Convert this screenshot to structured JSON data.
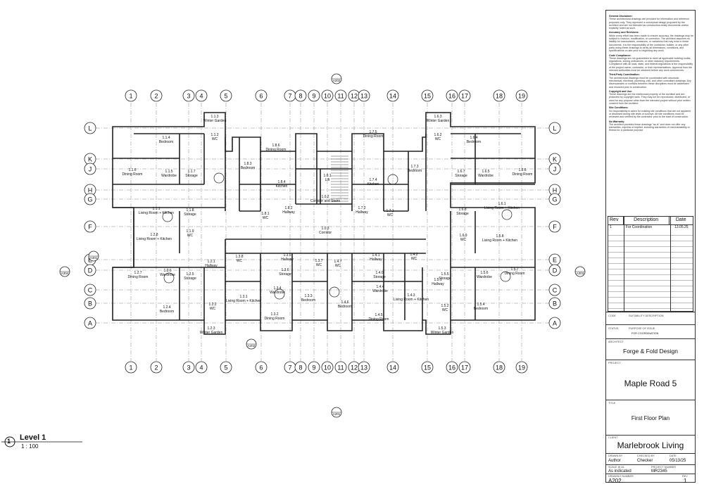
{
  "sheet": {
    "grid_columns": [
      "1",
      "2",
      "3",
      "4",
      "5",
      "6",
      "7",
      "8",
      "9",
      "10",
      "11",
      "12",
      "13",
      "14",
      "15",
      "16",
      "17",
      "18",
      "19"
    ],
    "grid_rows": [
      "L",
      "K",
      "J",
      "H",
      "G",
      "F",
      "E",
      "D",
      "C",
      "B",
      "A"
    ],
    "section_marks": {
      "top": "A202",
      "bottom": "A201",
      "left": "A304",
      "right": "A303",
      "small_left": "A401",
      "small_center": "A402"
    }
  },
  "rooms": {
    "winter_garden_n1": "1.1.3\nWinter Garden",
    "winter_garden_n2": "1.6.3\nWinter Garden",
    "wc_1": "1.1.2\nWC",
    "wc_2": "1.6.2\nWC",
    "bedroom_1": "1.1.4\nBedroom",
    "bedroom_6": "1.6.4\nBedroom",
    "dining_11": "1.1.6\nDining Room",
    "wardrobe_15": "1.1.5\nWardrobe",
    "storage_17": "1.1.7\nStorage",
    "dining_r": "1.6.6\nDining Room",
    "wardrobe_r": "1.6.5\nWardrobe",
    "storage_r": "1.6.7\nStorage",
    "dining_86": "1.8.6\nDining Room",
    "bedroom_83": "1.8.3\nBedroom",
    "kitchen_84": "1.8.4\nKitchen",
    "dining_75": "1.7.5\nDining Room",
    "bedroom_73": "1.7.3\nBedroom",
    "kitchen_74": "1.7.4\nKitchen",
    "lift": "1.0.1\nLift",
    "corridor_stairs": "1.0.2\nCorridor and Stairs",
    "corridor": "1.0.3\nCorridor",
    "living_11": "1.1.1\nLiving Room + Kitchen",
    "living_61": "1.6.1\nLiving Room + Kitchen",
    "hallway_82": "1.8.2\nHallway",
    "hallway_72": "1.7.2\nHallway",
    "wc_81": "1.8.1\nWC",
    "wc_71": "1.7.1\nWC",
    "storage_18": "1.1.8\nStorage",
    "storage_68": "1.6.8\nStorage",
    "wc_19": "1.1.9\nWC",
    "wc_69": "1.6.9\nWC",
    "living_28": "1.2.8\nLiving Room + Kitchen",
    "living_58": "1.5.8\nLiving Room + Kitchen",
    "dining_27": "1.2.7\nDining Room",
    "wardrobe_26": "1.2.6\nWardrobe",
    "storage_25": "1.2.5\nStorage",
    "dining_57": "1.5.7\nDining Room",
    "wardrobe_56": "1.5.6\nWardrobe",
    "storage_55": "1.5.5\nStorage",
    "bedroom_24": "1.2.4\nBedroom",
    "bedroom_54": "1.5.4\nBedroom",
    "hallway_21": "1.2.1\nHallway",
    "hallway_51": "1.5.1\nHallway",
    "wc_22": "1.2.2\nWC",
    "wc_52": "1.5.2\nWC",
    "winter_garden_23": "1.2.3\nWinter Garden",
    "winter_garden_53": "1.5.3\nWinter Garden",
    "hallway_35": "1.3.5\nHallway",
    "storage_36": "1.3.6\nStorage",
    "wc_37": "1.3.7\nWC",
    "wardrobe_34": "1.3.4\nWardrobe",
    "living_31": "1.3.1\nLiving Room + Kitchen",
    "bedroom_33": "1.3.3\nBedroom",
    "dining_32": "1.3.2\nDining Room",
    "hallway_41": "1.4.1\nHallway",
    "storage_40": "1.4.0\nStorage",
    "wc_42": "1.4.2\nWC",
    "wardrobe_44": "1.4.4\nWardrobe",
    "living_43": "1.4.3\nLiving Room + Kitchen",
    "bedroom_46": "1.4.6\nBedroom",
    "dining_45": "1.4.5\nDining Room",
    "wc_47": "1.4.7\nWC",
    "wc_38": "1.3.8\nWC"
  },
  "view": {
    "name": "Level 1",
    "number": "1",
    "scale": "1 : 100"
  },
  "title_block": {
    "notes": [
      {
        "head": "General Disclaimer:",
        "body": "These architectural drawings are provided for information and reference purposes only. They represent a conceptual design proposed by the architect and are not intended as construction-ready documents unless explicitly noted as such."
      },
      {
        "head": "Accuracy and Revisions:",
        "body": "While every effort has been made to ensure accuracy, the drawings may be subject to revision, modification, or correction. The architect assumes no liability for inaccuracies, omissions, or variations that may exist in these documents. It is the responsibility of the contractor, builder, or any other party using these drawings to verify all dimensions, conditions, and specifications on-site prior to beginning any work."
      },
      {
        "head": "Code Compliance:",
        "body": "These drawings are not guaranteed to meet all applicable building codes, regulations, zoning ordinances, or other statutory requirements. Compliance with all local, state, and federal regulations is the responsibility of the project owner, contractor, or their representatives. Approval from the relevant authorities must be obtained before any work commences."
      },
      {
        "head": "Third-Party Coordination:",
        "body": "The architectural drawings must be coordinated with structural, mechanical, electrical, plumbing, civil, and other consultant drawings. Any discrepancies or conflicts between these disciplines must be addressed and resolved prior to construction."
      },
      {
        "head": "Copyright and Use:",
        "body": "These drawings are the intellectual property of the architect and are protected by copyright laws. They may not be reproduced, distributed, or used for any purpose other than the intended project without prior written consent from the architect."
      },
      {
        "head": "Site Conditions:",
        "body": "No responsibility is taken for existing site conditions that are not apparent or disclosed during site visits or surveys. All site conditions must be reviewed and verified by the contractor prior to the start of construction."
      },
      {
        "head": "No Warranty:",
        "body": "The architect provides these drawings \"as-is\" and does not offer any warranties, express or implied, including warranties of merchantability or fitness for a particular purpose."
      }
    ],
    "rev_headers": {
      "rev": "Rev",
      "description": "Description",
      "date": "Date"
    },
    "revisions": [
      {
        "rev": "1",
        "description": "For Coordination",
        "date": "13.05.25"
      }
    ],
    "code_label": "CODE",
    "suitability_label": "SUITABILITY DESCRIPTION",
    "status_label": "STATUS",
    "purpose_label": "PURPOSE OF ISSUE",
    "purpose_value": "FOR COORDINATION",
    "architect_label": "ARCHITECT",
    "architect": "Forge & Fold Design",
    "project_label": "PROJECT",
    "project": "Maple Road 5",
    "title_label": "TITLE",
    "title": "First Floor Plan",
    "client_label": "CLIENT",
    "client": "Marlebrook Living",
    "drawn_by_label": "DRAWN BY",
    "drawn_by": "Author",
    "checked_by_label": "CHECKED BY",
    "checked_by": "Checker",
    "date_label": "DATE",
    "date": "05/13/25",
    "scale_label": "SCALE @ A1",
    "scale": "As indicated",
    "project_number_label": "PROJECT NUMBER",
    "project_number": "MR2345",
    "drawing_number_label": "DRAWING NUMBER",
    "drawing_number": "A202",
    "rev_label": "REV",
    "rev": "1"
  },
  "colors": {
    "line": "#222222",
    "grid": "#555555",
    "light": "#999999",
    "wall_fill": "#444444"
  }
}
